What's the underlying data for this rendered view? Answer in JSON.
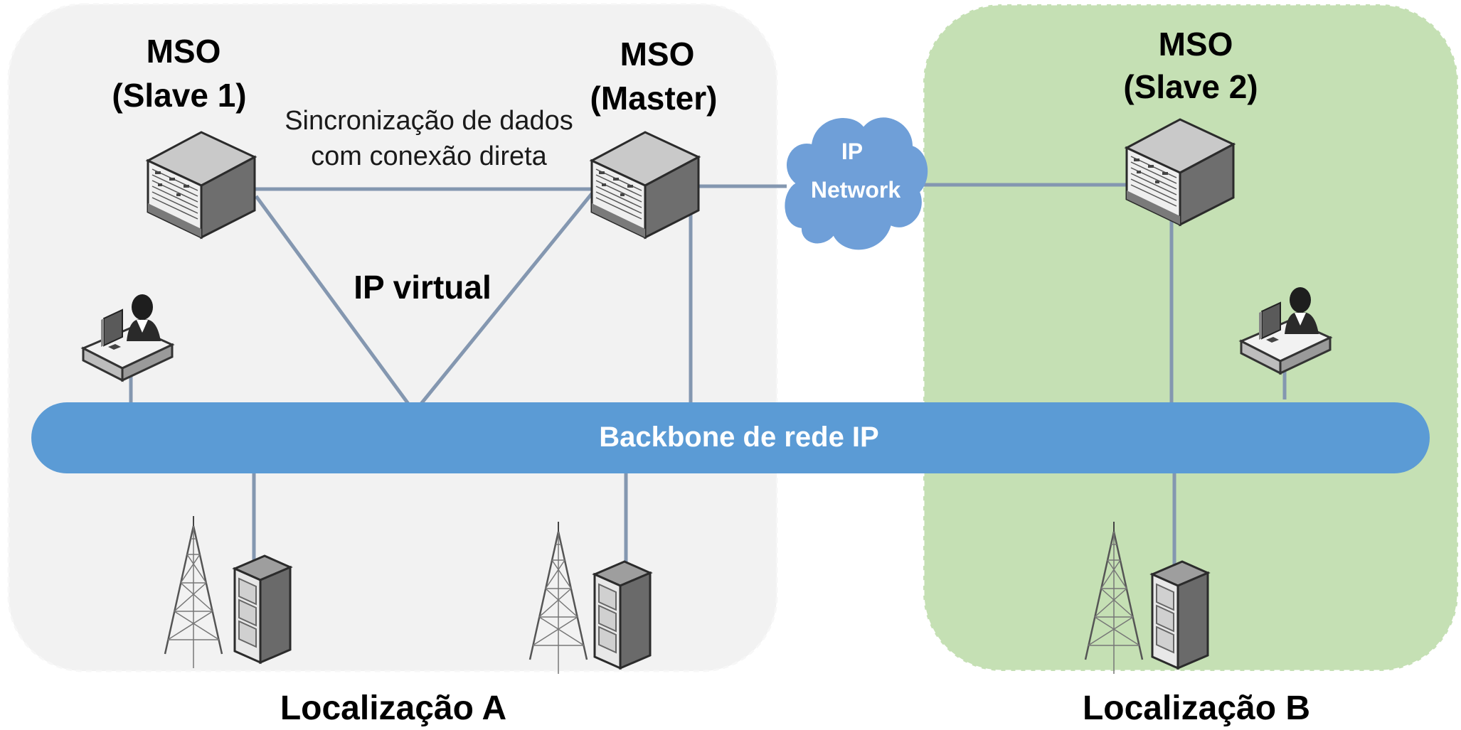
{
  "diagram": {
    "zones": [
      {
        "id": "location-a",
        "label": "Localização A",
        "fill": "#f2f2f2"
      },
      {
        "id": "location-b",
        "label": "Localização B",
        "fill": "#c5e0b4"
      }
    ],
    "mso_slave1": {
      "line1": "MSO",
      "line2": "(Slave 1)"
    },
    "mso_master": {
      "line1": "MSO",
      "line2": "(Master)"
    },
    "mso_slave2": {
      "line1": "MSO",
      "line2": "(Slave 2)"
    },
    "sync_label": {
      "line1": "Sincronização de dados",
      "line2": "com conexão direta"
    },
    "virtual_ip_label": "IP virtual",
    "ip_network": {
      "line1": "IP",
      "line2": "Network",
      "fill": "#6f9fd8"
    },
    "backbone": {
      "label": "Backbone de rede IP",
      "fill": "#5b9bd5"
    },
    "link_color": "#8497b0",
    "icons": [
      "server-rack-icon",
      "operator-workstation-icon",
      "radio-tower-icon",
      "base-station-cabinet-icon",
      "cloud-icon"
    ]
  }
}
